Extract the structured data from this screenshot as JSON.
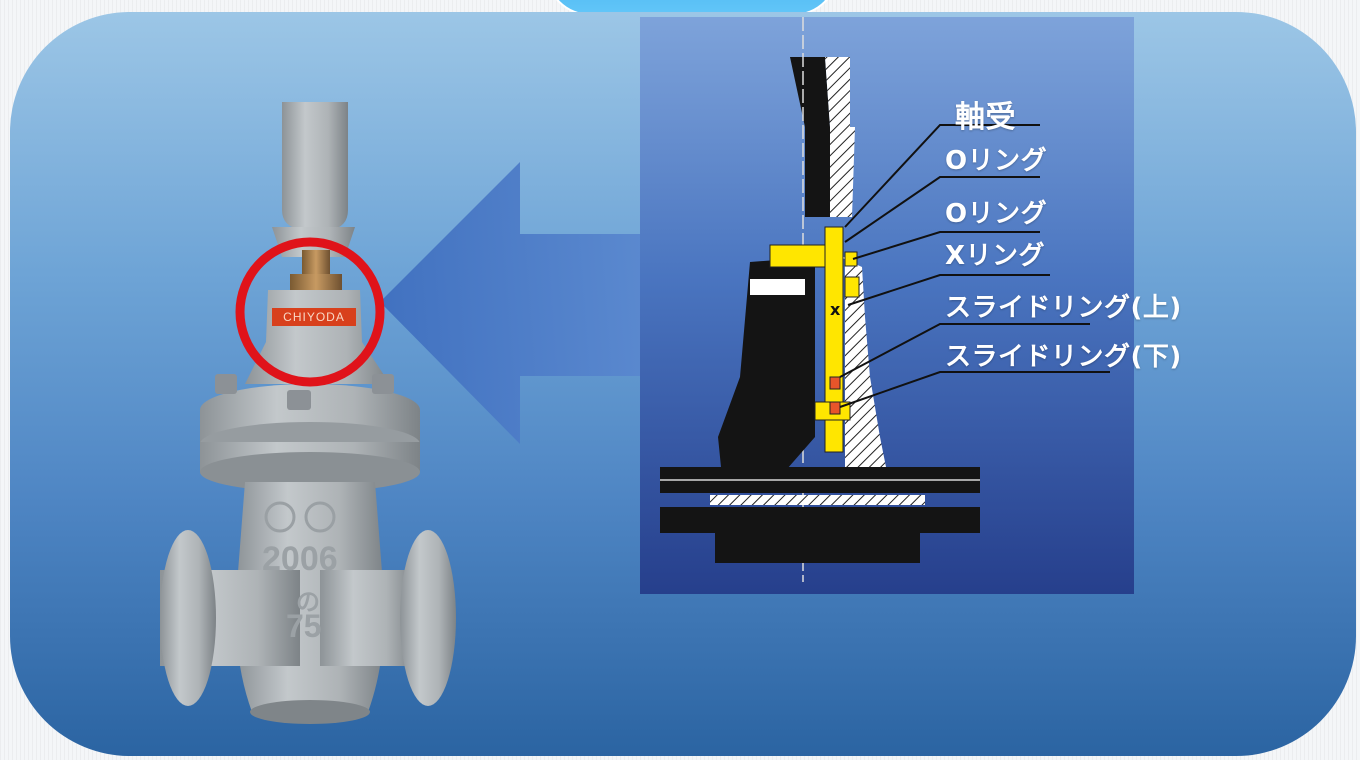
{
  "labels": {
    "bearing": "軸受",
    "o_ring_1": "Oリング",
    "o_ring_2": "Oリング",
    "x_ring": "Xリング",
    "slide_ring_upper": "スライドリング(上)",
    "slide_ring_lower": "スライドリング(下)"
  },
  "valve_markings": {
    "brand": "CHIYODA",
    "year": "2006",
    "symbol": "の",
    "size": "75"
  },
  "colors": {
    "highlight_circle": "#e0131a",
    "packing_parts": "#ffe600",
    "slide_ring": "#e8552a"
  }
}
